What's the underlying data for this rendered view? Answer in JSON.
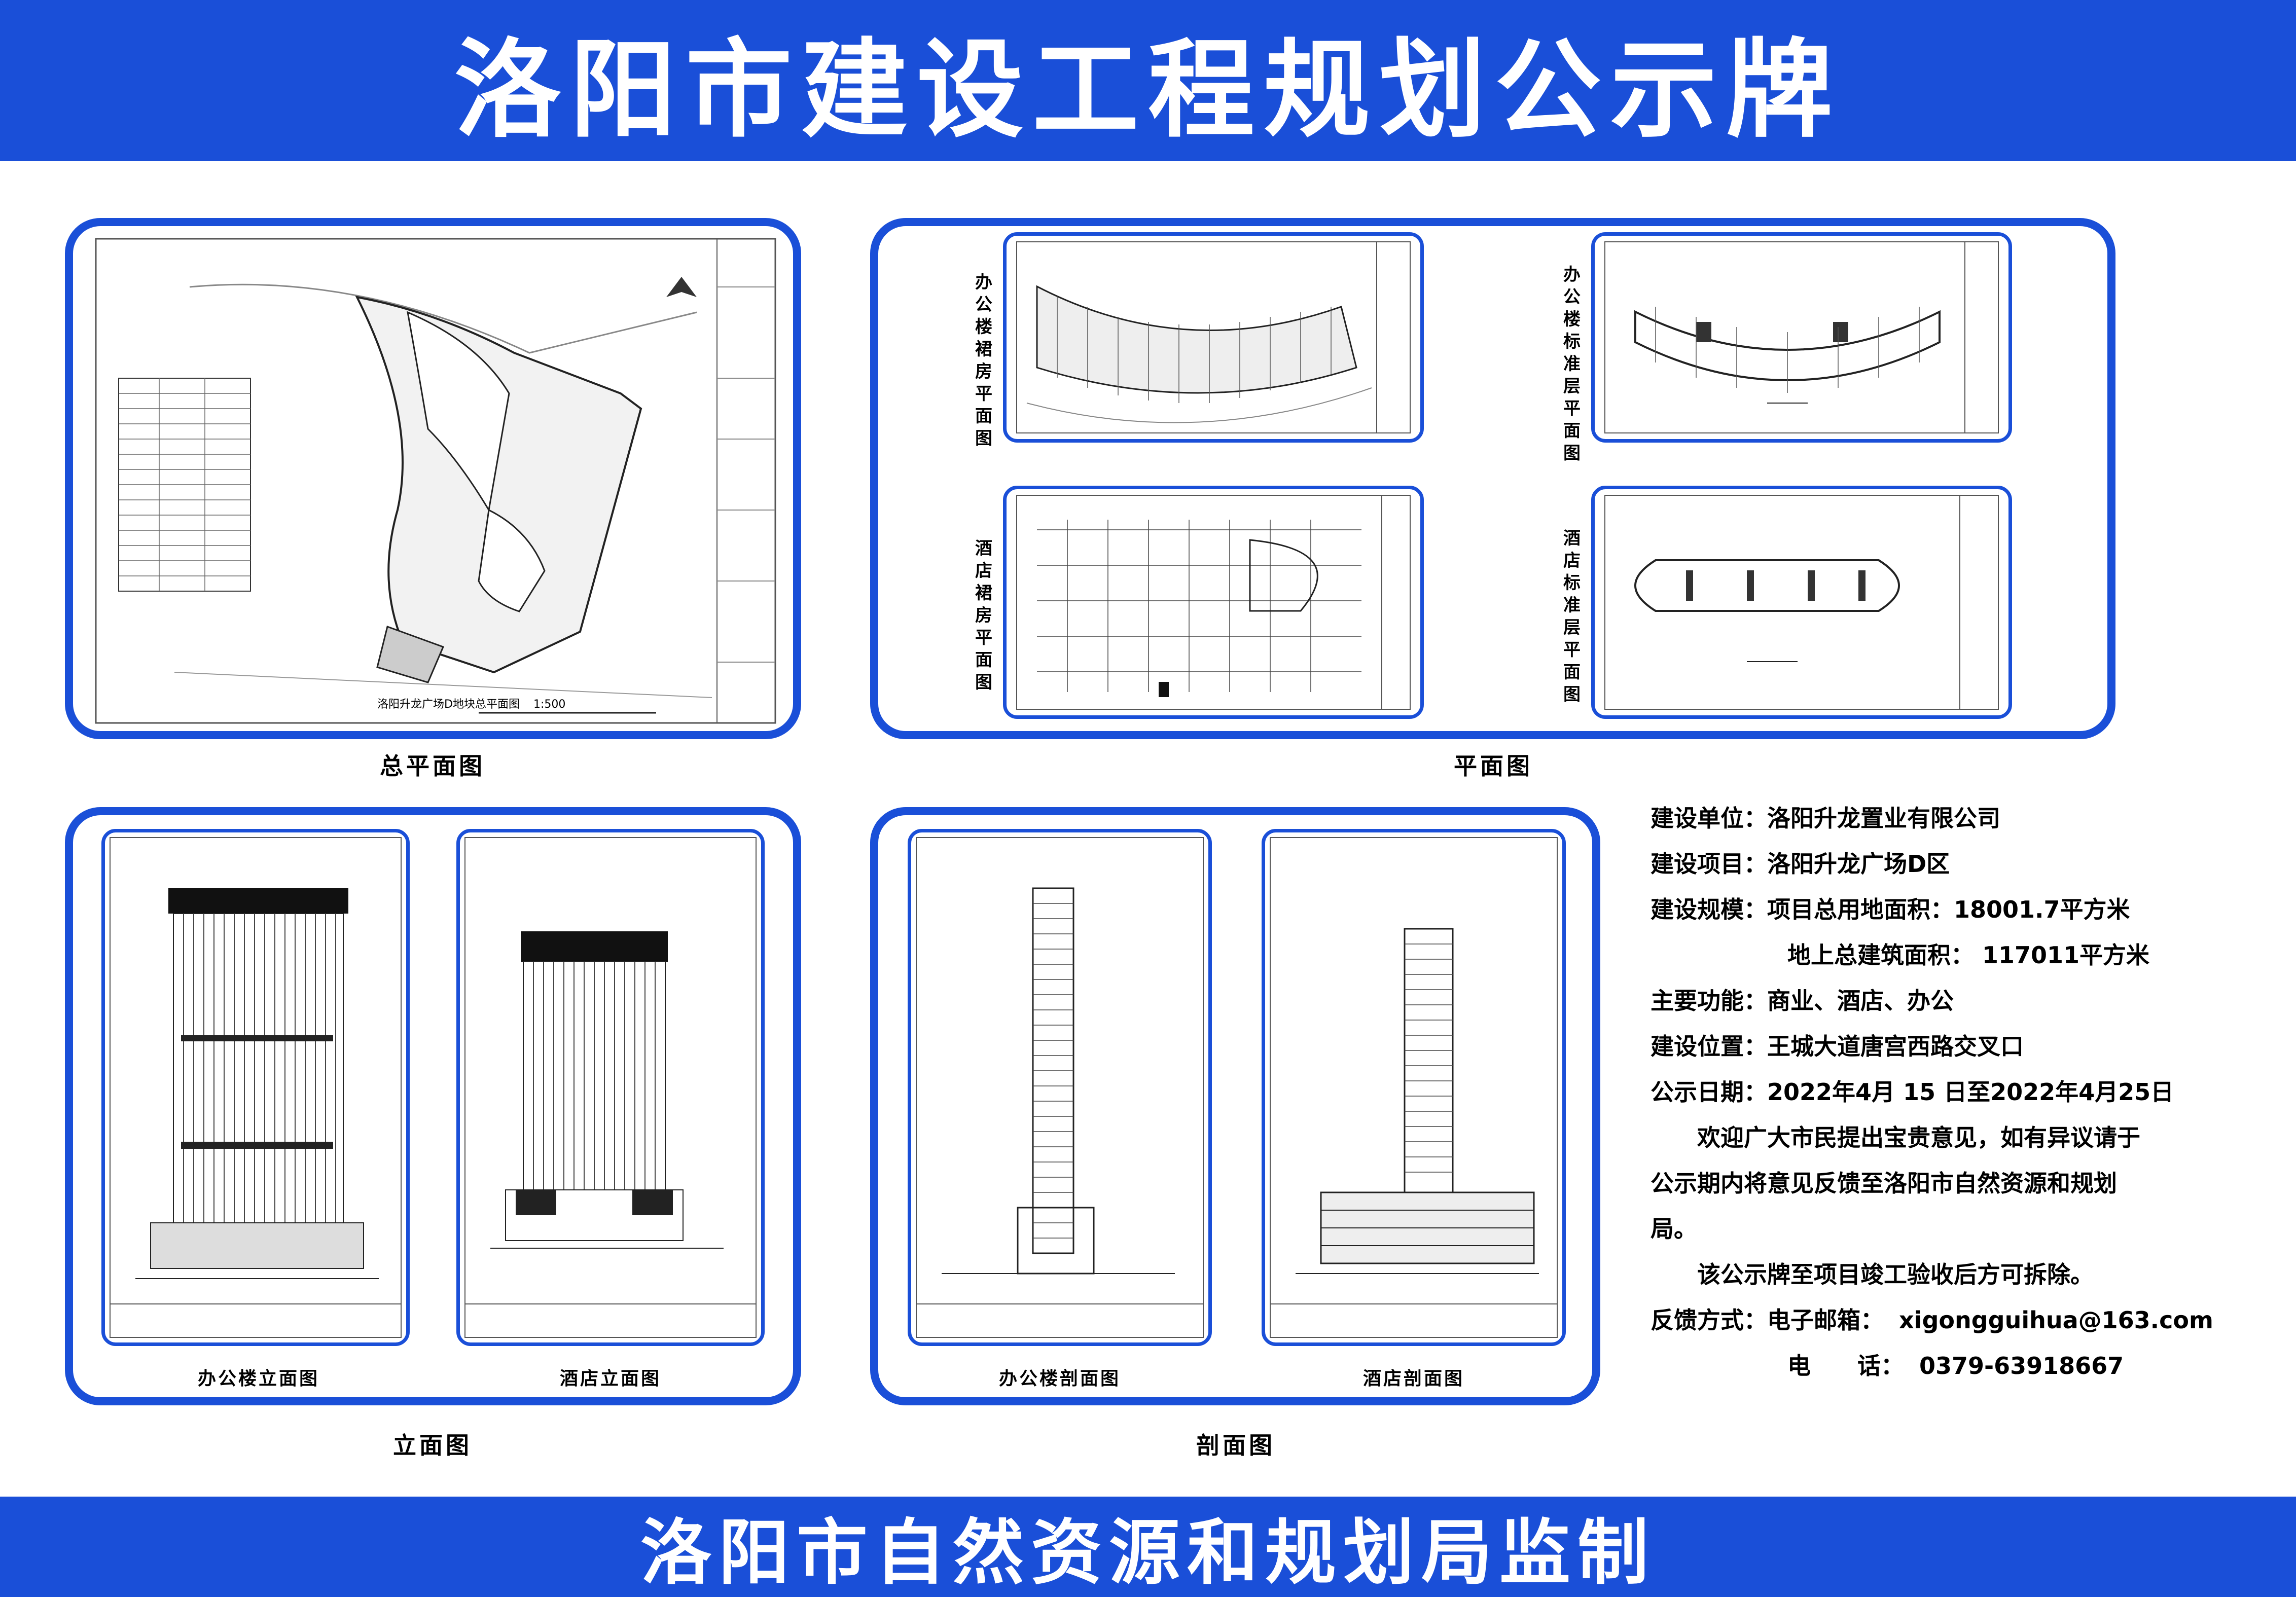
{
  "header": {
    "title": "洛阳市建设工程规划公示牌"
  },
  "footer": {
    "title": "洛阳市自然资源和规划局监制"
  },
  "sections": {
    "site_plan": {
      "caption": "总平面图",
      "plot_title": "洛阳升龙广场D地块总平面图",
      "scale": "1:500"
    },
    "floor_plans": {
      "caption": "平面图",
      "labels": [
        "办公楼裙房平面图",
        "办公楼标准层平面图",
        "酒店裙房平面图",
        "酒店标准层平面图"
      ]
    },
    "elevations": {
      "caption": "立面图",
      "labels": [
        "办公楼立面图",
        "酒店立面图"
      ]
    },
    "sections_view": {
      "caption": "剖面图",
      "labels": [
        "办公楼剖面图",
        "酒店剖面图"
      ]
    }
  },
  "info": {
    "unit_label": "建设单位：",
    "unit": "洛阳升龙置业有限公司",
    "project_label": "建设项目：",
    "project": "洛阳升龙广场D区",
    "scale_label": "建设规模：",
    "scale_1": "项目总用地面积：18001.7平方米",
    "scale_2": "地上总建筑面积： 117011平方米",
    "function_label": "主要功能：",
    "function": "商业、酒店、办公",
    "location_label": "建设位置：",
    "location": "王城大道唐宫西路交叉口",
    "date_label": "公示日期：",
    "date": "2022年4月 15 日至2022年4月25日",
    "notice_1": "欢迎广大市民提出宝贵意见，如有异议请于",
    "notice_2": "公示期内将意见反馈至洛阳市自然资源和规划",
    "notice_3": "局。",
    "notice_4": "该公示牌至项目竣工验收后方可拆除。",
    "feedback_label": "反馈方式：",
    "email_label": "电子邮箱：",
    "email": "xigongguihua@163.com",
    "phone_label": "电　　话：",
    "phone": "0379-63918667"
  },
  "colors": {
    "brand_blue": "#1a4fd8",
    "text": "#000000",
    "background": "#ffffff"
  }
}
